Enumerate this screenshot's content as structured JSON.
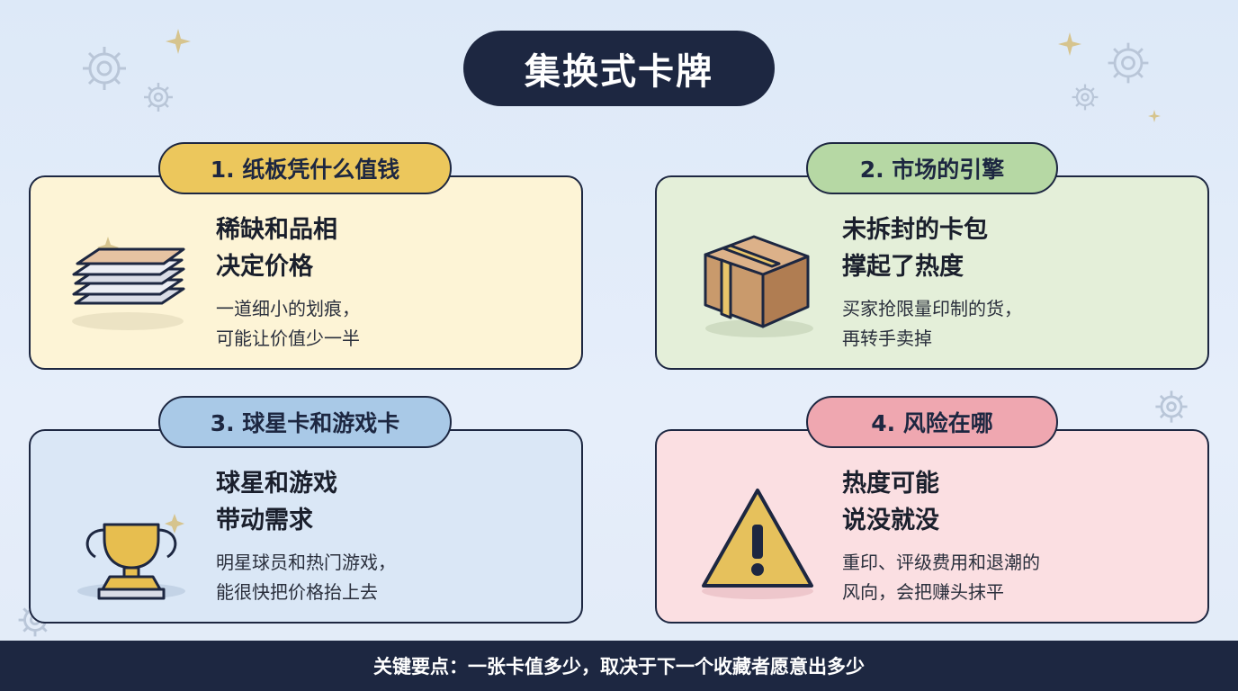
{
  "title": "集换式卡牌",
  "cards": [
    {
      "tab": "1. 纸板凭什么值钱",
      "heading": [
        "稀缺和品相",
        "决定价格"
      ],
      "body": [
        "一道细小的划痕，",
        "可能让价值少一半"
      ],
      "icon": "card-stack-icon",
      "bg": "#fdf4d6",
      "tab_bg": "#ecc75c"
    },
    {
      "tab": "2. 市场的引擎",
      "heading": [
        "未拆封的卡包",
        "撑起了热度"
      ],
      "body": [
        "买家抢限量印制的货，",
        "再转手卖掉"
      ],
      "icon": "sealed-box-icon",
      "bg": "#e4efd9",
      "tab_bg": "#b6d8a4"
    },
    {
      "tab": "3. 球星卡和游戏卡",
      "heading": [
        "球星和游戏",
        "带动需求"
      ],
      "body": [
        "明星球员和热门游戏，",
        "能很快把价格抬上去"
      ],
      "icon": "trophy-icon",
      "bg": "#dae7f6",
      "tab_bg": "#a9c9e7"
    },
    {
      "tab": "4. 风险在哪",
      "heading": [
        "热度可能",
        "说没就没"
      ],
      "body": [
        "重印、评级费用和退潮的",
        "风向，会把赚头抹平"
      ],
      "icon": "warning-icon",
      "bg": "#fbdfe2",
      "tab_bg": "#efa7b0"
    }
  ],
  "footer": "关键要点：一张卡值多少，取决于下一个收藏者愿意出多少"
}
